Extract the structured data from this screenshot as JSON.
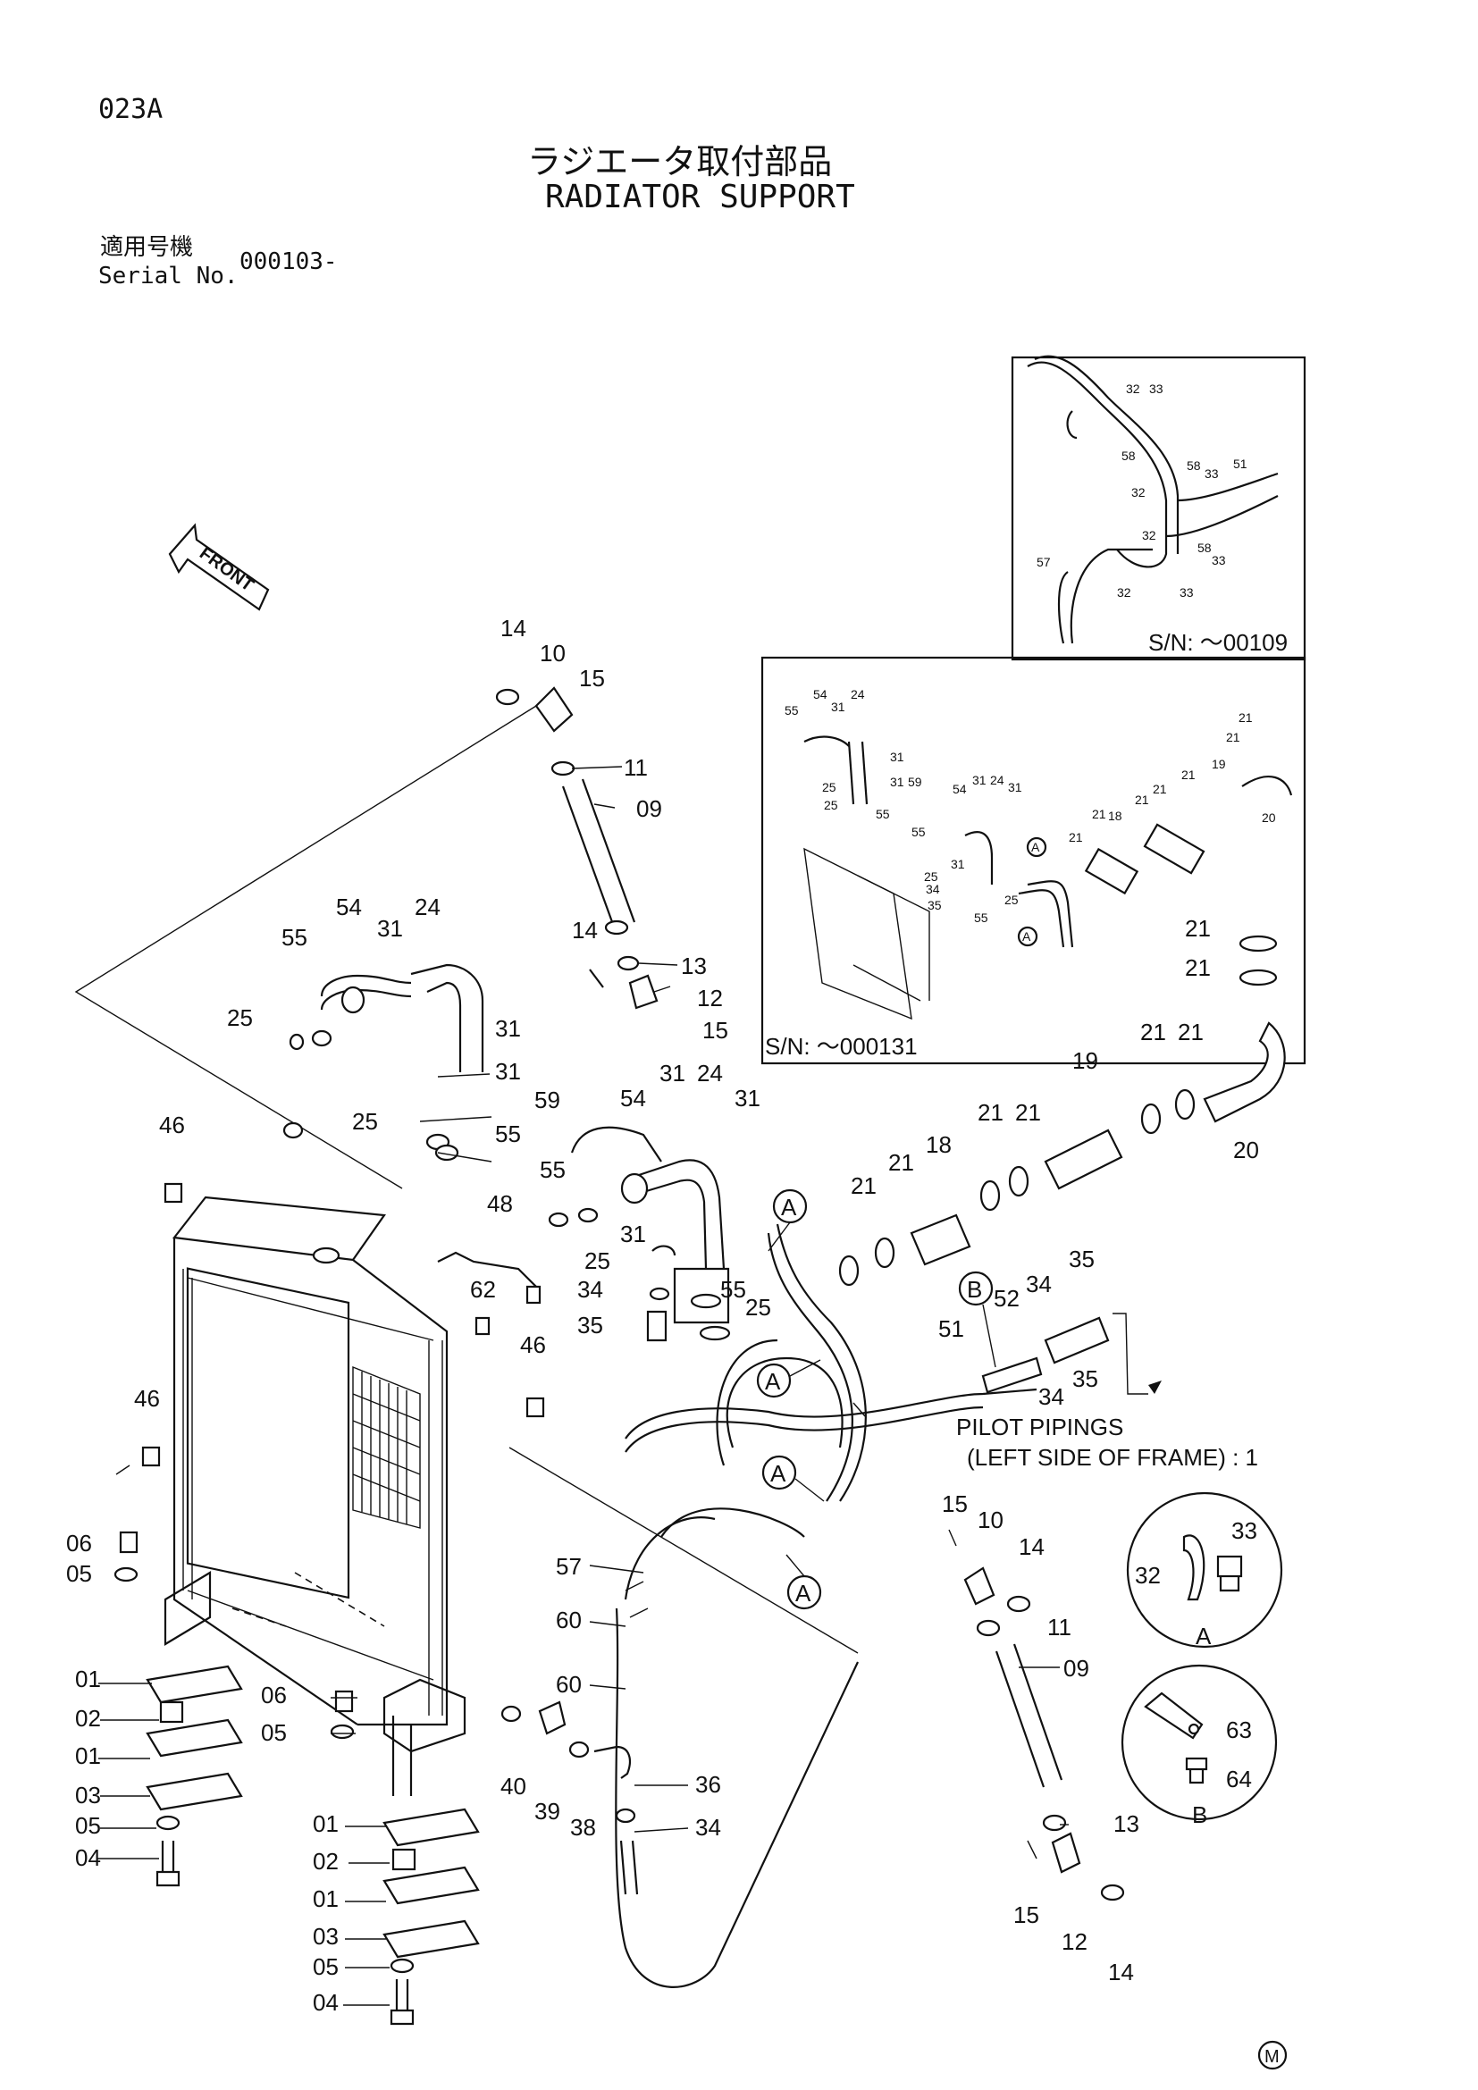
{
  "header": {
    "page_code": "023A",
    "title_jp": "ラジエータ取付部品",
    "title_en": "RADIATOR SUPPORT",
    "serial_label_jp": "適用号機",
    "serial_label_en": "Serial No.",
    "serial_value": "000103-"
  },
  "orientation": {
    "front_label": "FRONT"
  },
  "insets": {
    "top_right": {
      "sn": "S/N: ～00109",
      "labels": [
        "32",
        "33",
        "58",
        "33",
        "51",
        "32",
        "58",
        "32",
        "58",
        "33",
        "57",
        "32",
        "33"
      ]
    },
    "middle_right": {
      "sn": "S/N: ～000131",
      "labels": [
        "55",
        "54",
        "31",
        "24",
        "31",
        "25",
        "31",
        "25",
        "55",
        "59",
        "55",
        "54",
        "31",
        "24",
        "31",
        "31",
        "25",
        "34",
        "35",
        "55",
        "25",
        "A",
        "A",
        "21",
        "21",
        "21",
        "18",
        "21",
        "21",
        "19",
        "21",
        "21",
        "20"
      ]
    }
  },
  "callouts": {
    "A": "A",
    "B": "B"
  },
  "pilot_note": {
    "line1": "PILOT PIPINGS",
    "line2": "(LEFT SIDE OF FRAME) : 1"
  },
  "detail_views": {
    "A": {
      "parts": [
        "32",
        "33"
      ],
      "letter": "A"
    },
    "B": {
      "parts": [
        "63",
        "64"
      ],
      "letter": "B"
    }
  },
  "part_labels": {
    "p14a": "14",
    "p10a": "10",
    "p15a": "15",
    "p11a": "11",
    "p09a": "09",
    "p14b": "14",
    "p13a": "13",
    "p12a": "12",
    "p15b": "15",
    "p55a": "55",
    "p54a": "54",
    "p31a": "31",
    "p24a": "24",
    "p25a": "25",
    "p31b": "31",
    "p31c": "31",
    "p25b": "25",
    "p55b": "55",
    "p59": "59",
    "p54b": "54",
    "p31d": "31",
    "p24b": "24",
    "p31e": "31",
    "p55c": "55",
    "p31f": "31",
    "p25c": "25",
    "p48": "48",
    "p34a": "34",
    "p55d": "55",
    "p25d": "25",
    "p35a": "35",
    "p62": "62",
    "p46a": "46",
    "p46b": "46",
    "p46c": "46",
    "p21a": "21",
    "p21b": "21",
    "p21c": "21",
    "p21d": "21",
    "p21e": "21",
    "p21f": "21",
    "p21g": "21",
    "p21h": "21",
    "p18": "18",
    "p19": "19",
    "p20": "20",
    "p52": "52",
    "p51": "51",
    "p34b": "34",
    "p35b": "35",
    "p34c": "34",
    "p35c": "35",
    "p06a": "06",
    "p05a": "05",
    "p01a": "01",
    "p02a": "02",
    "p01b": "01",
    "p03a": "03",
    "p05b": "05",
    "p04a": "04",
    "p06b": "06",
    "p05c": "05",
    "p01c": "01",
    "p02b": "02",
    "p01d": "01",
    "p03b": "03",
    "p05d": "05",
    "p04b": "04",
    "p57": "57",
    "p60a": "60",
    "p60b": "60",
    "p40": "40",
    "p39": "39",
    "p38": "38",
    "p36": "36",
    "p34d": "34",
    "p15c": "15",
    "p10b": "10",
    "p14c": "14",
    "p11b": "11",
    "p09b": "09",
    "p13b": "13",
    "p15d": "15",
    "p12b": "12",
    "p14d": "14"
  },
  "footer": {
    "mark": "M"
  }
}
